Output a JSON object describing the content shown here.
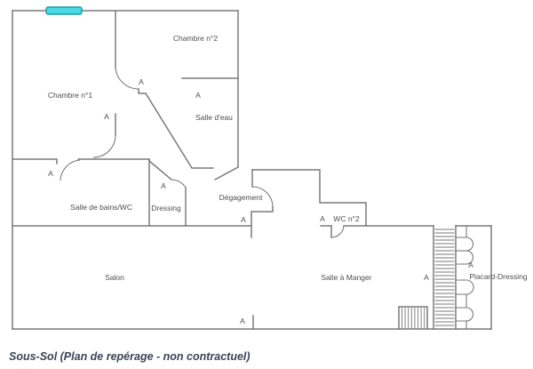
{
  "plan": {
    "rooms": [
      {
        "id": "chambre1",
        "label": "Chambre n°1"
      },
      {
        "id": "chambre2",
        "label": "Chambre n°2"
      },
      {
        "id": "salle_eau",
        "label": "Salle d'eau"
      },
      {
        "id": "salle_bains",
        "label": "Salle de bains/WC"
      },
      {
        "id": "dressing",
        "label": "Dressing"
      },
      {
        "id": "degagement",
        "label": "Dégagement"
      },
      {
        "id": "wc2",
        "label": "WC n°2"
      },
      {
        "id": "salon",
        "label": "Salon"
      },
      {
        "id": "salle_manger",
        "label": "Salle à Manger"
      },
      {
        "id": "placard",
        "label": "Placard-Dressing"
      }
    ],
    "door_marker": "A",
    "window_color": "#4ed8e3",
    "window_border": "#1f9aab",
    "wall_color": "#7a7a7a",
    "label_color": "#4f4f4f"
  },
  "caption": {
    "text": "Sous-Sol (Plan de repérage - non contractuel)",
    "color": "#3b4455"
  }
}
